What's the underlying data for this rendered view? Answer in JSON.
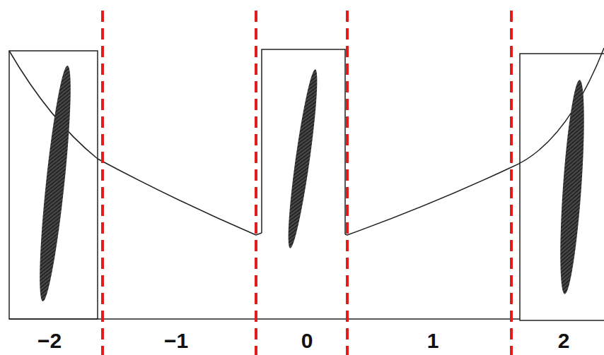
{
  "diagram": {
    "labels": [
      "−2",
      "−1",
      "0",
      "1",
      "2"
    ]
  }
}
